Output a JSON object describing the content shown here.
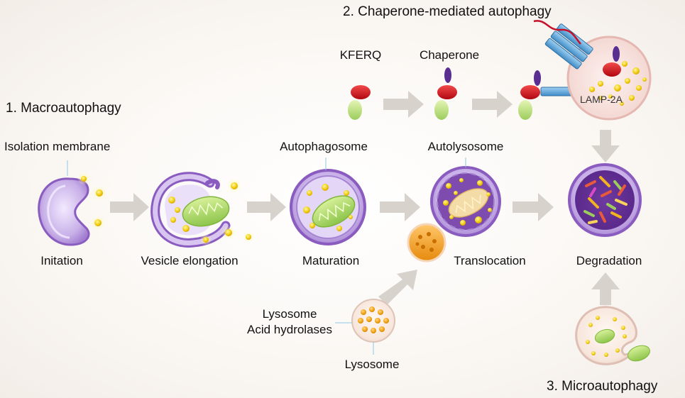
{
  "sections": {
    "macro": "1. Macroautophagy",
    "cma": "2. Chaperone-mediated autophagy",
    "micro": "3. Microautophagy"
  },
  "labels": {
    "isolation_membrane": "Isolation membrane",
    "autophagosome": "Autophagosome",
    "autolysosome": "Autolysosome",
    "kferq": "KFERQ",
    "chaperone": "Chaperone",
    "lamp2a": "LAMP-2A",
    "lysosome_acid_line1": "Lysosome",
    "lysosome_acid_line2": "Acid hydrolases",
    "lysosome_bottom": "Lysosome"
  },
  "steps": {
    "initiation": "Initation",
    "elongation": "Vesicle elongation",
    "maturation": "Maturation",
    "translocation": "Translocation",
    "degradation": "Degradation"
  },
  "colors": {
    "membrane": "#9b6fc8",
    "vesicle_fill": "#c9b2e6",
    "lysosome_dots": "#f3b21f",
    "substrate_red": "#d0121a",
    "substrate_green": "#b9db7a",
    "chaperone_purple": "#5a2d91",
    "lamp_blue": "#5aa4d6",
    "arrow_gray": "#d7d1cc"
  }
}
